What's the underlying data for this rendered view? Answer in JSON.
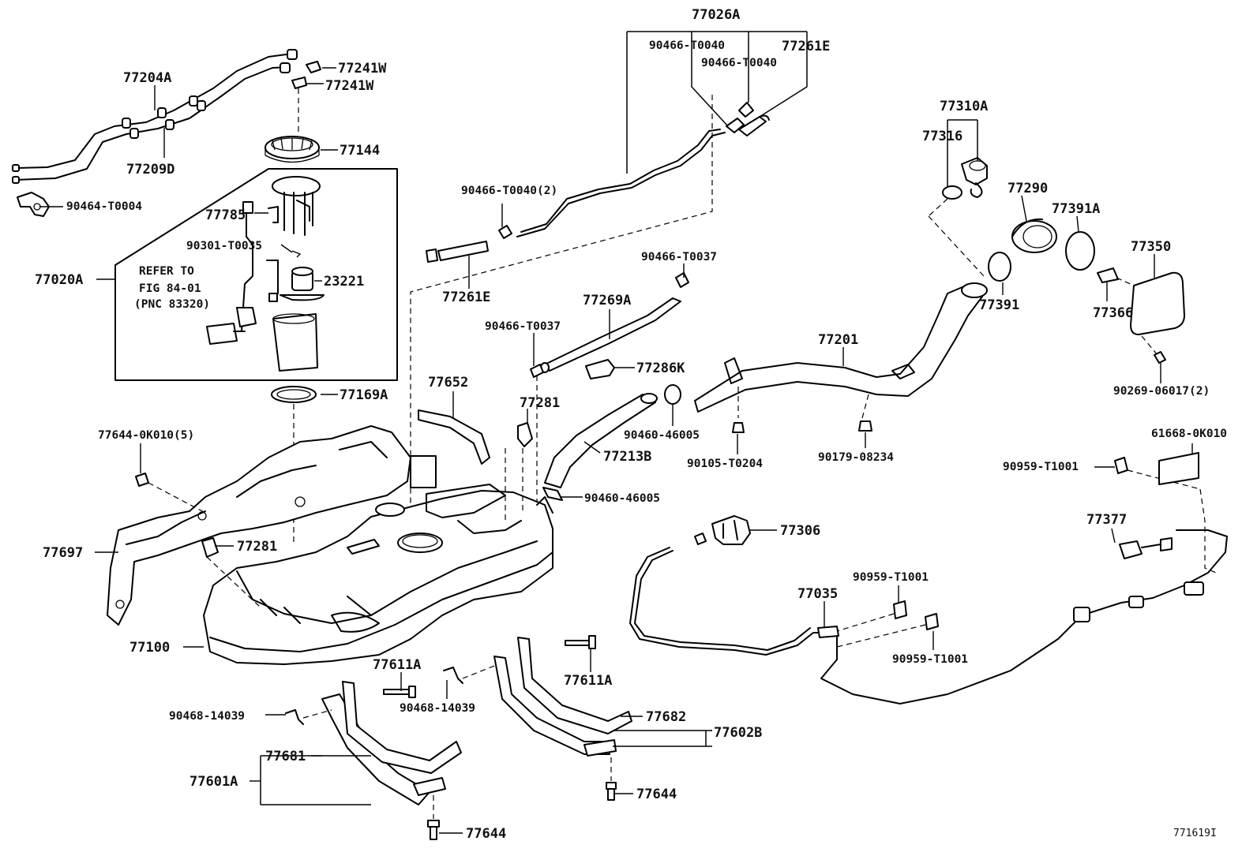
{
  "labels": {
    "p77026A": "77026A",
    "p90466_T0040_a": "90466-T0040",
    "p77261E_a": "77261E",
    "p90466_T0040_b": "90466-T0040",
    "p77204A": "77204A",
    "p77241W_a": "77241W",
    "p77241W_b": "77241W",
    "p77144": "77144",
    "p77209D": "77209D",
    "p90464_T0004": "90464-T0004",
    "p77310A": "77310A",
    "p77316": "77316",
    "p77290": "77290",
    "p77391A": "77391A",
    "p77350": "77350",
    "p77785": "77785",
    "p90301_T0035": "90301-T0035",
    "p23221": "23221",
    "p77020A": "77020A",
    "refer_line1": "REFER TO",
    "refer_line2": "FIG 84-01",
    "refer_line3": "(PNC 83320)",
    "p90466_T0040_2": "90466-T0040(2)",
    "p77261E_b": "77261E",
    "p90466_T0037_a": "90466-T0037",
    "p77269A": "77269A",
    "p90466_T0037_b": "90466-T0037",
    "p77286K": "77286K",
    "p77201": "77201",
    "p77391": "77391",
    "p77366": "77366",
    "p90269_06017": "90269-06017(2)",
    "p77169A": "77169A",
    "p77652": "77652",
    "p77281_a": "77281",
    "p77644_0K010": "77644-0K010(5)",
    "p90460_46005_a": "90460-46005",
    "p90105_T0204": "90105-T0204",
    "p90179_08234": "90179-08234",
    "p77213B": "77213B",
    "p61668_0K010": "61668-0K010",
    "p90959_T1001_a": "90959-T1001",
    "p90460_46005_b": "90460-46005",
    "p77306": "77306",
    "p77377": "77377",
    "p77697": "77697",
    "p77281_b": "77281",
    "p90959_T1001_b": "90959-T1001",
    "p77035": "77035",
    "p90959_T1001_c": "90959-T1001",
    "p77100": "77100",
    "p77611A_a": "77611A",
    "p77611A_b": "77611A",
    "p90468_14039_a": "90468-14039",
    "p90468_14039_b": "90468-14039",
    "p77682": "77682",
    "p77602B": "77602B",
    "p77681": "77681",
    "p77601A": "77601A",
    "p77644_a": "77644",
    "p77644_b": "77644",
    "illustration_id": "771619I"
  }
}
